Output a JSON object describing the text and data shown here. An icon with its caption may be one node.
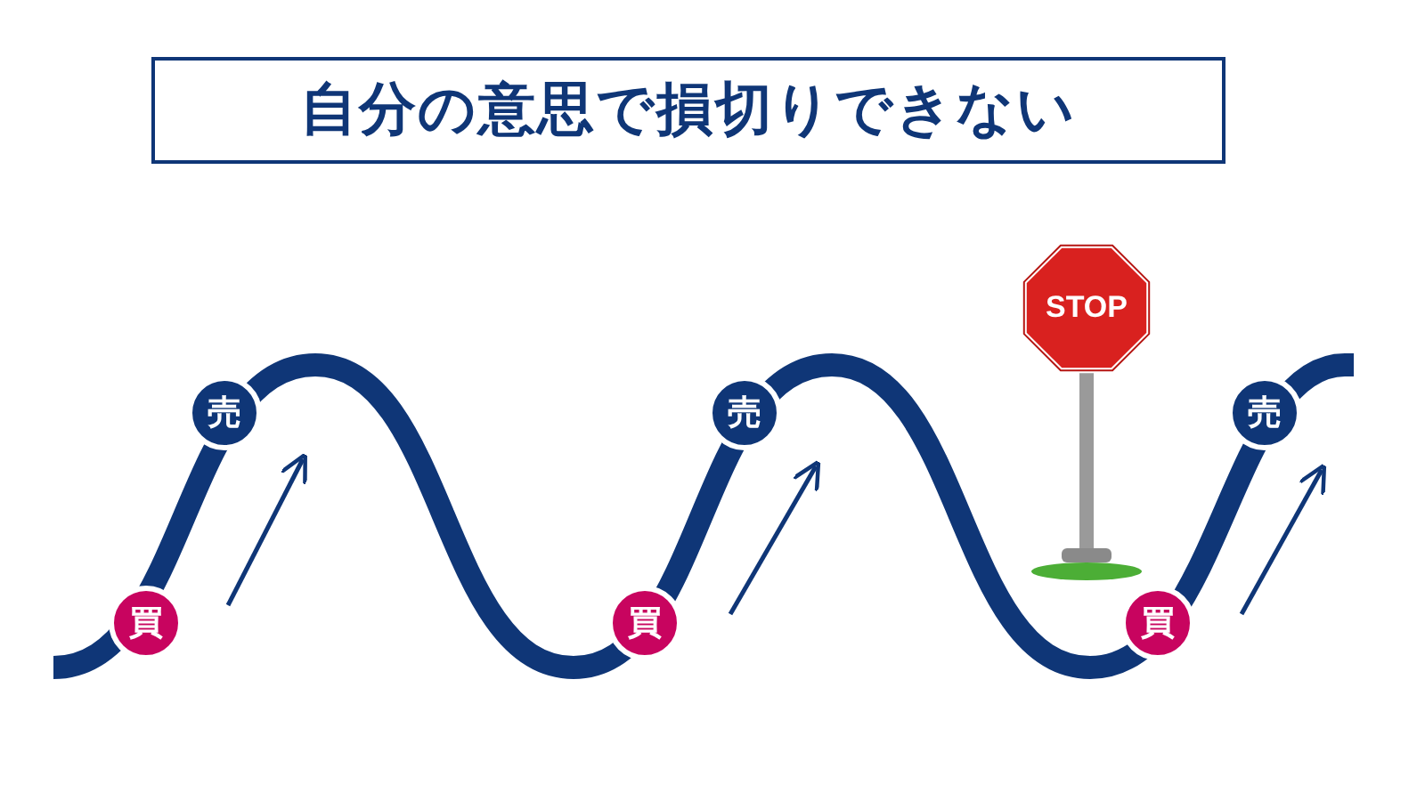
{
  "diagram": {
    "title": "自分の意思で損切りできない",
    "nodes": [
      {
        "text": [
          "買"
        ]
      },
      {
        "text": [
          "売"
        ]
      },
      {
        "text": [
          "買"
        ]
      },
      {
        "text": [
          "売"
        ]
      },
      {
        "text": [
          "買"
        ]
      },
      {
        "text": [
          "売"
        ]
      }
    ],
    "labels": [
      "STOP"
    ]
  }
}
